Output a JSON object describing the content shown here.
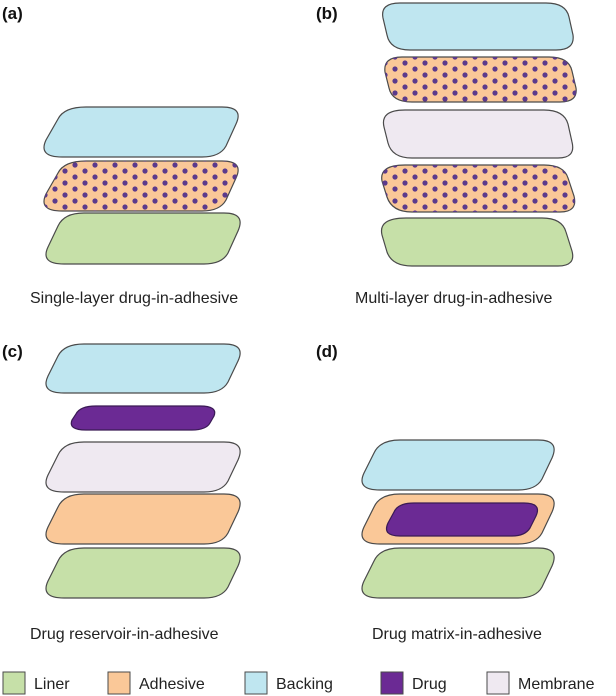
{
  "colors": {
    "liner": "#c6e0a8",
    "adhesive": "#fac898",
    "backing": "#bfe6f0",
    "drug": "#6b2a94",
    "membrane": "#efe9f1",
    "outline": "#4a4a4a",
    "dot": "#5b3a8c"
  },
  "panels": [
    {
      "label": "(a)",
      "caption": "Single-layer drug-in-adhesive",
      "layers": [
        "backing",
        "adhesive-dotted",
        "liner"
      ]
    },
    {
      "label": "(b)",
      "caption": "Multi-layer drug-in-adhesive",
      "layers": [
        "backing",
        "adhesive-dotted",
        "membrane",
        "adhesive-dotted",
        "liner"
      ]
    },
    {
      "label": "(c)",
      "caption": "Drug reservoir-in-adhesive",
      "layers": [
        "backing",
        "drug-small",
        "membrane",
        "adhesive",
        "liner"
      ]
    },
    {
      "label": "(d)",
      "caption": "Drug matrix-in-adhesive",
      "layers": [
        "backing",
        "adhesive-with-drug-matrix",
        "liner"
      ]
    }
  ],
  "legend": [
    {
      "key": "liner",
      "label": "Liner"
    },
    {
      "key": "adhesive",
      "label": "Adhesive"
    },
    {
      "key": "backing",
      "label": "Backing"
    },
    {
      "key": "drug",
      "label": "Drug"
    },
    {
      "key": "membrane",
      "label": "Membrane"
    }
  ]
}
